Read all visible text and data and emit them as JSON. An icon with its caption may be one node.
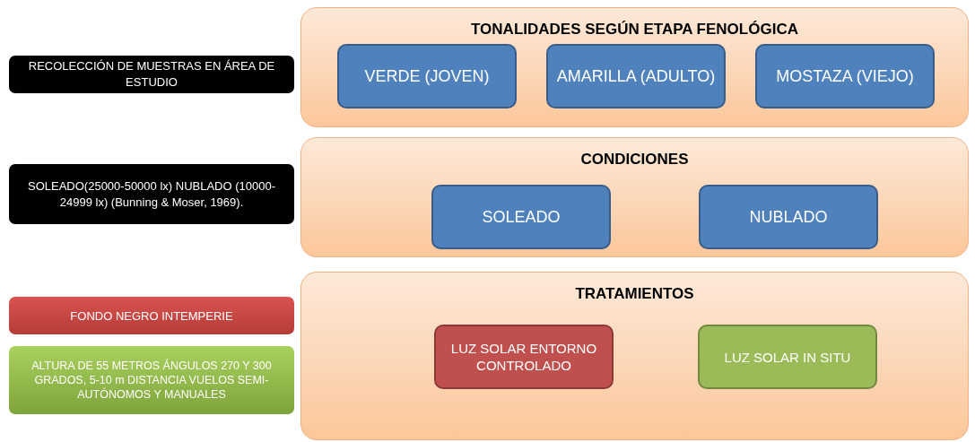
{
  "diagram": {
    "nodes": [
      {
        "text": [
          "RECOLECCIÓN DE MUESTRAS EN ÁREA DE ESTUDIO"
        ]
      },
      {
        "text": [
          "TONALIDADES SEGÚN ETAPA FENOLÓGICA"
        ]
      },
      {
        "text": [
          "VERDE (JOVEN)"
        ],
        "in": 1
      },
      {
        "text": [
          "AMARILLA (ADULTO)"
        ],
        "in": 1
      },
      {
        "text": [
          "MOSTAZA (VIEJO)"
        ],
        "in": 1
      },
      {
        "text": [
          "SOLEADO(25000-50000 lx) NUBLADO (10000-24999 lx) (Bunning & Moser, 1969)."
        ]
      },
      {
        "text": [
          "CONDICIONES"
        ]
      },
      {
        "text": [
          "SOLEADO"
        ],
        "in": 6
      },
      {
        "text": [
          "NUBLADO"
        ],
        "in": 6
      },
      {
        "text": [
          "FONDO NEGRO INTEMPERIE"
        ]
      },
      {
        "text": [
          "ALTURA DE 55 METROS ÁNGULOS 270 Y 300 GRADOS, 5-10 m DISTANCIA VUELOS SEMI-AUTÓNOMOS Y MANUALES"
        ]
      },
      {
        "text": [
          "TRATAMIENTOS"
        ]
      },
      {
        "text": [
          "LUZ SOLAR ENTORNO CONTROLADO"
        ],
        "in": 11
      },
      {
        "text": [
          "LUZ SOLAR IN SITU"
        ],
        "in": 11
      }
    ]
  }
}
